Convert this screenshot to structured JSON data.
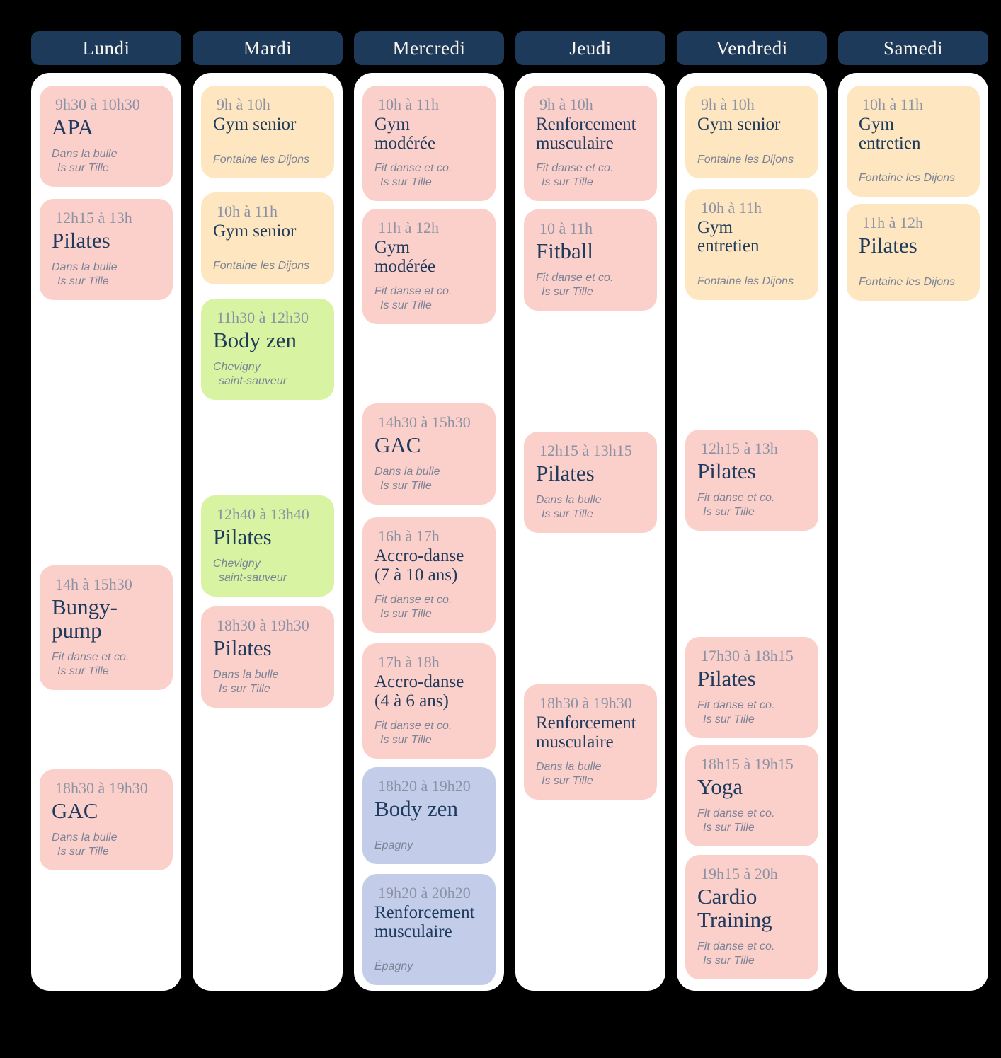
{
  "palette": {
    "background": "#000000",
    "column_bg": "#ffffff",
    "header_bg": "#1e3a5a",
    "header_text": "#f7f5ef",
    "title_text": "#1e3a5c",
    "time_text": "#8c92a4",
    "location_text": "#7c8396",
    "card_colors": {
      "pink": "#fbd0cb",
      "peach": "#fde6c0",
      "green": "#d8f3a2",
      "lavender": "#c3cdea"
    }
  },
  "days": [
    {
      "label": "Lundi",
      "cards": [
        {
          "time": "9h30 à 10h30",
          "title": "APA",
          "location": [
            "Dans la bulle",
            "Is sur Tille"
          ],
          "color": "pink",
          "size": "lg",
          "gap": 0
        },
        {
          "time": "12h15 à 13h",
          "title": "Pilates",
          "location": [
            "Dans la bulle",
            "Is sur Tille"
          ],
          "color": "pink",
          "size": "lg",
          "gap": 17
        },
        {
          "time": "14h à 15h30",
          "title": "Bungy-pump",
          "location": [
            "Fit danse et co.",
            "Is sur Tille"
          ],
          "color": "pink",
          "size": "lg",
          "gap": 375
        },
        {
          "time": "18h30 à 19h30",
          "title": "GAC",
          "location": [
            "Dans la bulle",
            "Is sur Tille"
          ],
          "color": "pink",
          "size": "lg",
          "gap": 112
        }
      ]
    },
    {
      "label": "Mardi",
      "cards": [
        {
          "time": "9h à 10h",
          "title": "Gym senior",
          "location": [
            "Fontaine les Dijons"
          ],
          "color": "peach",
          "size": "md",
          "gap": 0
        },
        {
          "time": "10h à 11h",
          "title": "Gym senior",
          "location": [
            "Fontaine les Dijons"
          ],
          "color": "peach",
          "size": "md",
          "gap": 20
        },
        {
          "time": "11h30 à 12h30",
          "title": "Body zen",
          "location": [
            "Chevigny",
            "saint-sauveur"
          ],
          "color": "green",
          "size": "lg",
          "gap": 20
        },
        {
          "time": "12h40 à 13h40",
          "title": "Pilates",
          "location": [
            "Chevigny",
            "saint-sauveur"
          ],
          "color": "green",
          "size": "lg",
          "gap": 135
        },
        {
          "time": "18h30 à 19h30",
          "title": "Pilates",
          "location": [
            "Dans la bulle",
            "Is sur Tille"
          ],
          "color": "pink",
          "size": "lg",
          "gap": 14
        }
      ]
    },
    {
      "label": "Mercredi",
      "cards": [
        {
          "time": "10h à 11h",
          "title": "Gym\nmodérée",
          "location": [
            "Fit danse et co.",
            "Is sur Tille"
          ],
          "color": "pink",
          "size": "md",
          "gap": 0
        },
        {
          "time": "11h à 12h",
          "title": "Gym\nmodérée",
          "location": [
            "Fit danse et co.",
            "Is sur Tille"
          ],
          "color": "pink",
          "size": "md",
          "gap": 11
        },
        {
          "time": "14h30 à 15h30",
          "title": "GAC",
          "location": [
            "Dans la bulle",
            "Is sur Tille"
          ],
          "color": "pink",
          "size": "lg",
          "gap": 112
        },
        {
          "time": "16h à 17h",
          "title": "Accro-danse\n(7 à 10 ans)",
          "location": [
            "Fit danse et co.",
            "Is sur Tille"
          ],
          "color": "pink",
          "size": "md",
          "gap": 18
        },
        {
          "time": "17h à 18h",
          "title": "Accro-danse\n(4 à 6 ans)",
          "location": [
            "Fit danse et co.",
            "Is sur Tille"
          ],
          "color": "pink",
          "size": "md",
          "gap": 15
        },
        {
          "time": "18h20 à 19h20",
          "title": "Body zen",
          "location": [
            "Epagny"
          ],
          "color": "lavender",
          "size": "lg",
          "gap": 12
        },
        {
          "time": "19h20 à 20h20",
          "title": "Renforcement\nmusculaire",
          "location": [
            "Épagny"
          ],
          "color": "lavender",
          "size": "md",
          "gap": 14
        }
      ]
    },
    {
      "label": "Jeudi",
      "cards": [
        {
          "time": "9h à 10h",
          "title": "Renforcement\nmusculaire",
          "location": [
            "Fit danse et co.",
            "Is sur Tille"
          ],
          "color": "pink",
          "size": "md",
          "gap": 0
        },
        {
          "time": "10 à 11h",
          "title": "Fitball",
          "location": [
            "Fit danse et co.",
            "Is sur Tille"
          ],
          "color": "pink",
          "size": "lg",
          "gap": 12
        },
        {
          "time": "12h15 à 13h15",
          "title": "Pilates",
          "location": [
            "Dans la bulle",
            "Is sur Tille"
          ],
          "color": "pink",
          "size": "lg",
          "gap": 171
        },
        {
          "time": "18h30 à 19h30",
          "title": "Renforcement\nmusculaire",
          "location": [
            "Dans la bulle",
            "Is sur Tille"
          ],
          "color": "pink",
          "size": "md",
          "gap": 214
        }
      ]
    },
    {
      "label": "Vendredi",
      "cards": [
        {
          "time": "9h à 10h",
          "title": "Gym senior",
          "location": [
            "Fontaine les Dijons"
          ],
          "color": "peach",
          "size": "md",
          "gap": 0
        },
        {
          "time": "10h à 11h",
          "title": "Gym\nentretien",
          "location": [
            "Fontaine les Dijons"
          ],
          "color": "peach",
          "size": "md",
          "gap": 15
        },
        {
          "time": "12h15 à 13h",
          "title": "Pilates",
          "location": [
            "Fit danse et co.",
            "Is sur Tille"
          ],
          "color": "pink",
          "size": "lg",
          "gap": 183
        },
        {
          "time": "17h30 à 18h15",
          "title": "Pilates",
          "location": [
            "Fit danse et co.",
            "Is sur Tille"
          ],
          "color": "pink",
          "size": "lg",
          "gap": 150
        },
        {
          "time": "18h15 à 19h15",
          "title": "Yoga",
          "location": [
            "Fit danse et co.",
            "Is sur Tille"
          ],
          "color": "pink",
          "size": "lg",
          "gap": 10
        },
        {
          "time": "19h15 à 20h",
          "title": "Cardio\nTraining",
          "location": [
            "Fit danse et co.",
            "Is sur Tille"
          ],
          "color": "pink",
          "size": "lg",
          "gap": 12
        }
      ]
    },
    {
      "label": "Samedi",
      "cards": [
        {
          "time": "10h à 11h",
          "title": "Gym\nentretien",
          "location": [
            "Fontaine les Dijons"
          ],
          "color": "peach",
          "size": "md",
          "gap": 0
        },
        {
          "time": "11h à 12h",
          "title": "Pilates",
          "location": [
            "Fontaine les Dijons"
          ],
          "color": "peach",
          "size": "lg",
          "gap": 10
        }
      ]
    }
  ]
}
